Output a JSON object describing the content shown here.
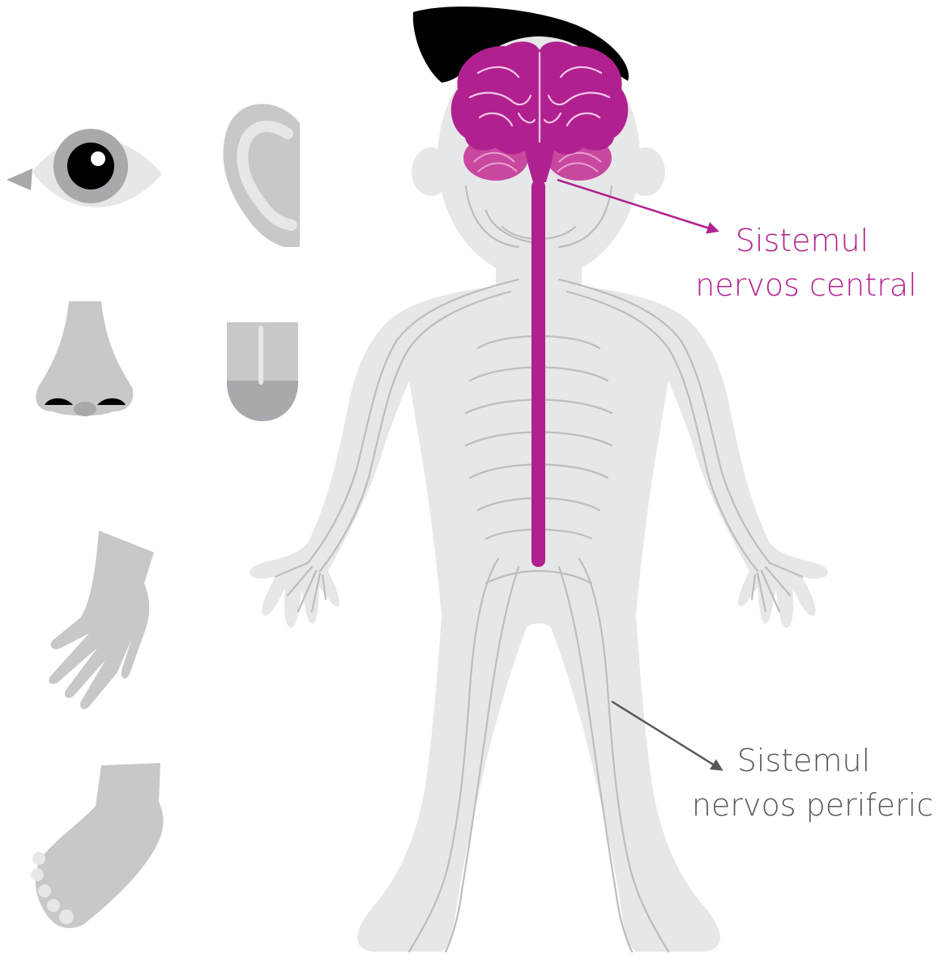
{
  "labels": {
    "central_line1": "Sistemul",
    "central_line2": "nervos central",
    "peripheral_line1": "Sistemul",
    "peripheral_line2": "nervos periferic"
  },
  "colors": {
    "central": "#b0218f",
    "peripheral_text": "#58595b",
    "body": "#e6e7e8",
    "nerve": "#bcbdbf",
    "organ": "#c7c8ca",
    "organ_dark": "#a7a9ac",
    "hair": "#000000"
  },
  "icons": [
    "eye-icon",
    "ear-icon",
    "nose-icon",
    "tongue-icon",
    "hand-icon",
    "foot-icon"
  ]
}
